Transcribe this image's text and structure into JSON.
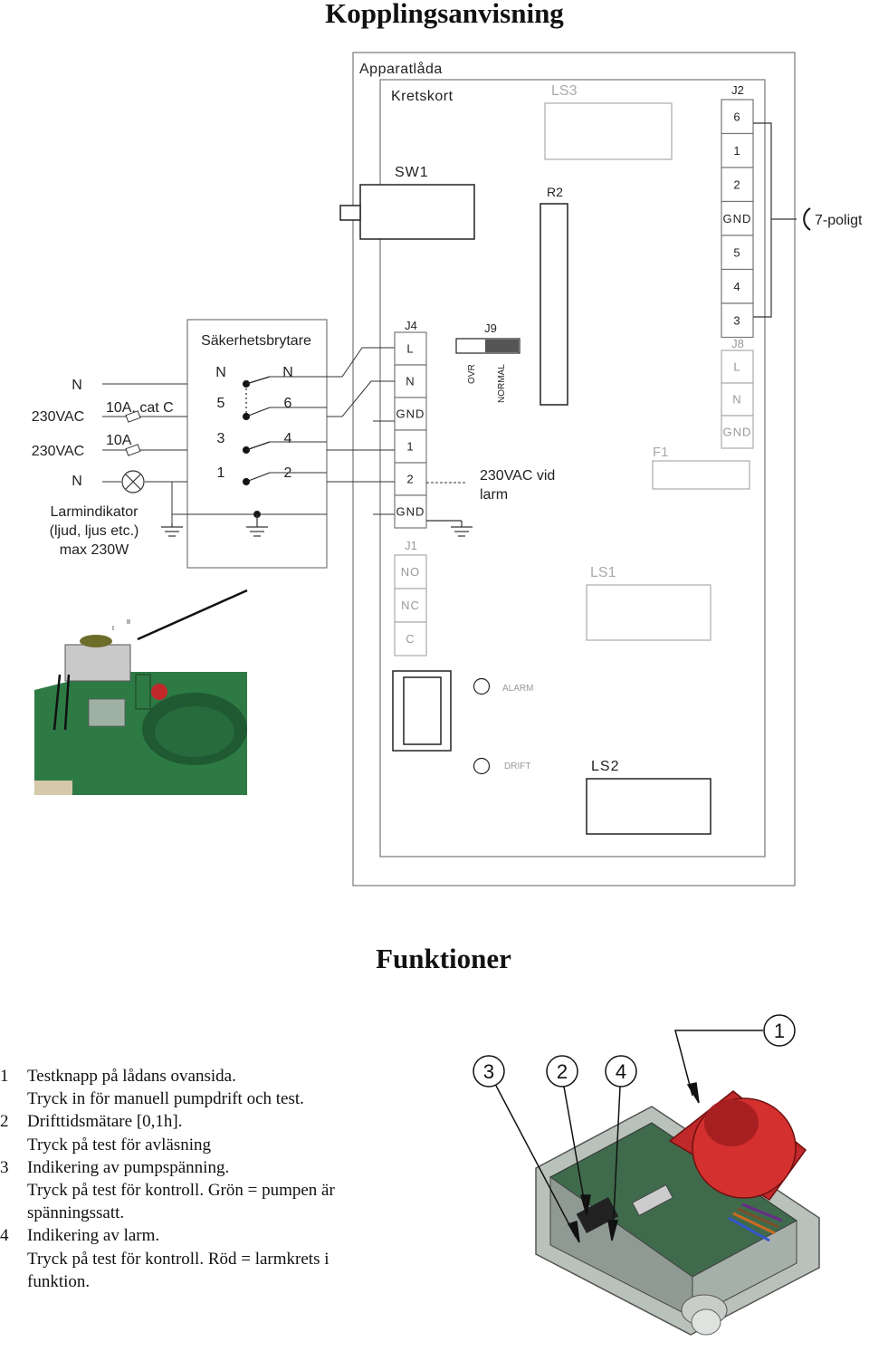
{
  "title": "Kopplingsanvisning",
  "section_title": "Funktioner",
  "diagram": {
    "box_label": "Apparatlåda",
    "board_label": "Kretskort",
    "sw1": "SW1",
    "ls3": "LS3",
    "r2": "R2",
    "j2": {
      "label": "J2",
      "pins": [
        "6",
        "1",
        "2",
        "GND",
        "5",
        "4",
        "3"
      ]
    },
    "connector_label": "7-poligt",
    "j4": {
      "label": "J4",
      "pins": [
        "L",
        "N",
        "GND",
        "1",
        "2",
        "GND"
      ]
    },
    "j1": {
      "label": "J1",
      "pins": [
        "NO",
        "NC",
        "C"
      ]
    },
    "j9": {
      "label": "J9",
      "ovr": "OVR",
      "normal": "NORMAL"
    },
    "j8": {
      "label": "J8",
      "pins": [
        "L",
        "N",
        "GND"
      ]
    },
    "f1": "F1",
    "ls1": "LS1",
    "ls2": "LS2",
    "alarm": "ALARM",
    "drift": "DRIFT",
    "alarm_voltage": [
      "230VAC vid",
      "larm"
    ],
    "breaker": {
      "label": "Säkerhetsbrytare",
      "left_terms": [
        "N",
        "5",
        "3",
        "1"
      ],
      "right_terms": [
        "N",
        "6",
        "4",
        "2"
      ]
    },
    "supply": {
      "rows": [
        "N",
        "230VAC",
        "230VAC",
        "N"
      ],
      "fuse1": "10A, cat C",
      "fuse2": "10A",
      "lamp_text": [
        "Larmindikator",
        "(ljud, ljus etc.)",
        "max 230W"
      ]
    }
  },
  "functions": [
    {
      "num": "1",
      "lines": [
        "Testknapp på lådans ovansida.",
        "Tryck in för manuell pumpdrift och test."
      ]
    },
    {
      "num": "2",
      "lines": [
        "Drifttidsmätare [0,1h].",
        "Tryck på test för avläsning"
      ]
    },
    {
      "num": "3",
      "lines": [
        "Indikering av pumpspänning.",
        "Tryck på test för kontroll. Grön = pumpen är",
        "spänningssatt."
      ]
    },
    {
      "num": "4",
      "lines": [
        "Indikering av larm.",
        "Tryck på test för kontroll. Röd = larmkrets i",
        "funktion."
      ]
    }
  ],
  "callouts": [
    "1",
    "3",
    "2",
    "4"
  ]
}
